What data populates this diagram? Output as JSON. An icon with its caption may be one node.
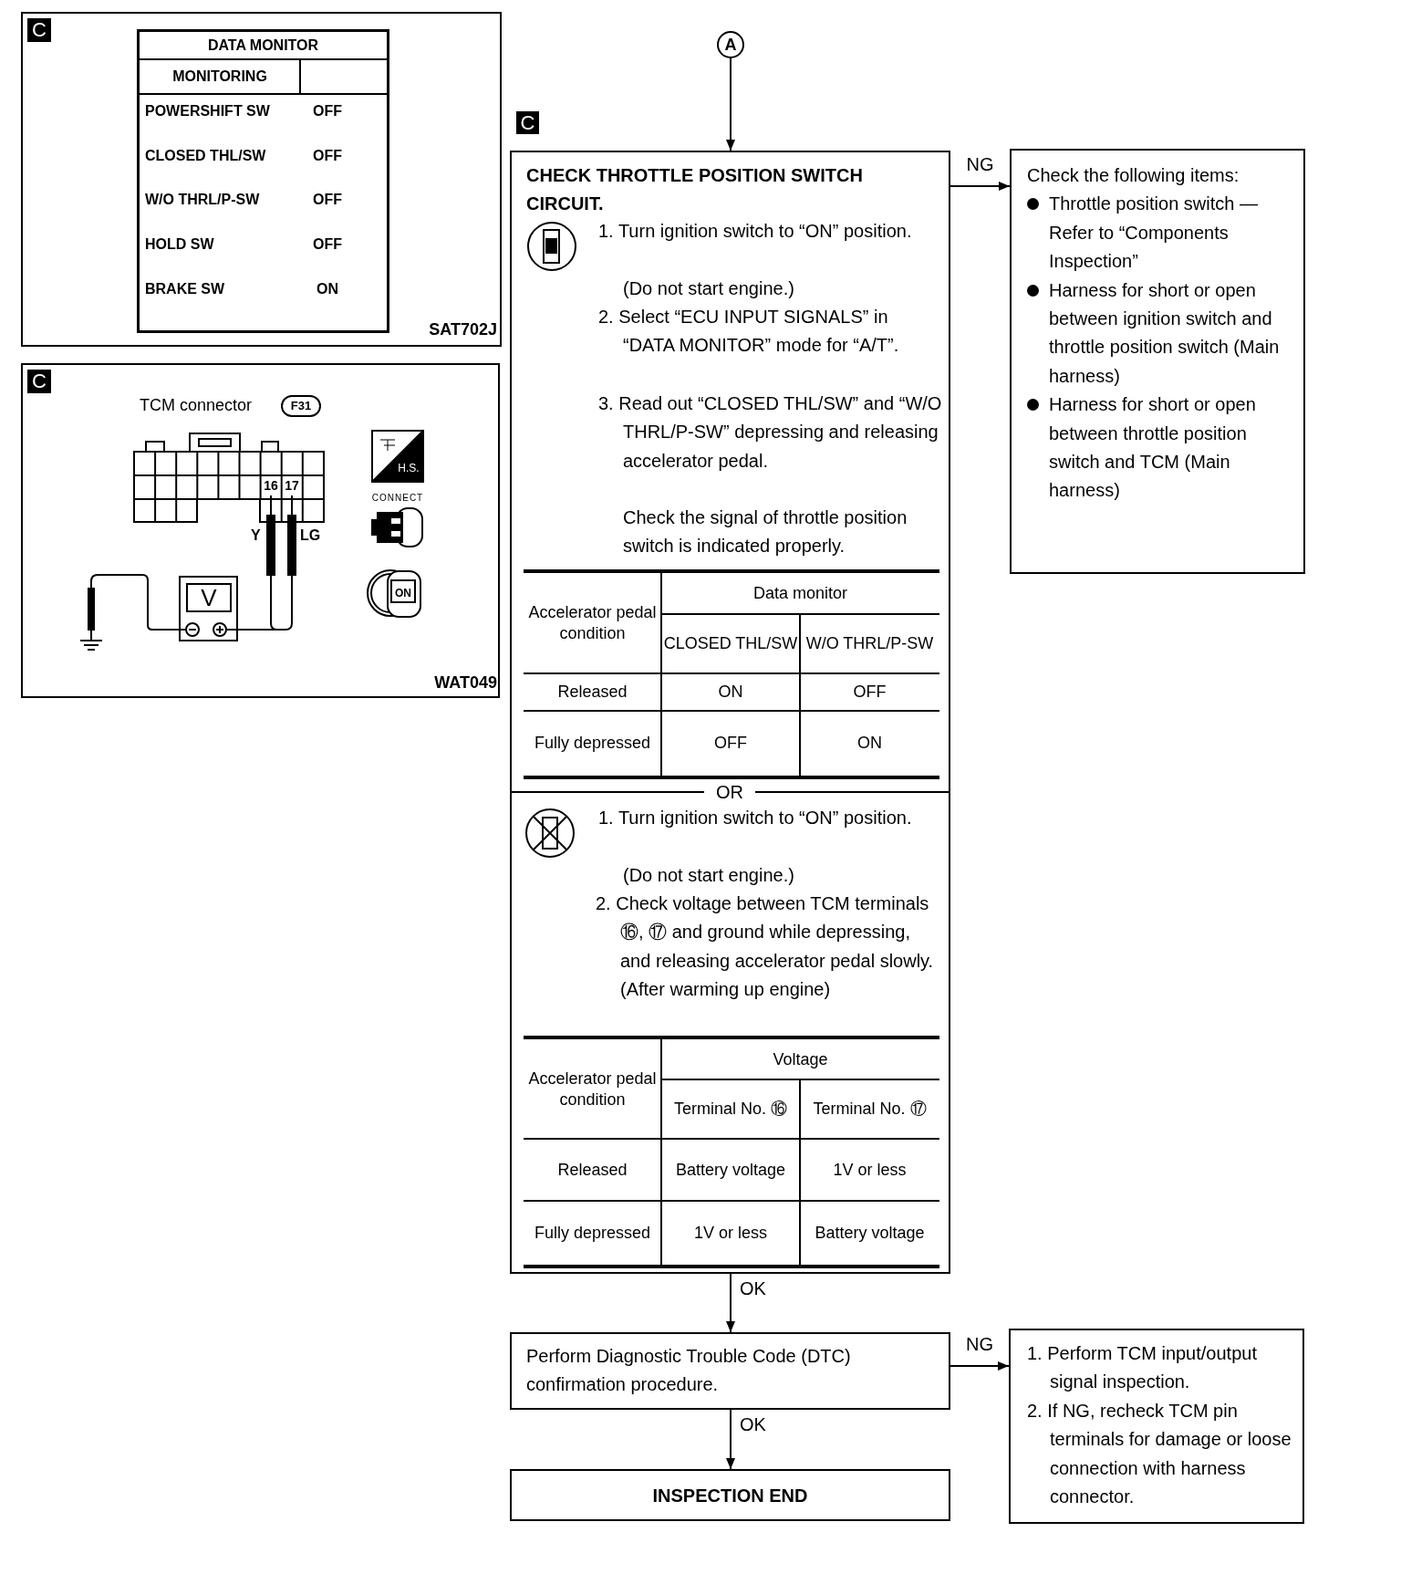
{
  "diagram": {
    "nodes": [
      {
        "text": [
          "C",
          "SAT702J"
        ]
      },
      {
        "text": [
          "DATA MONITOR",
          "MONITORING",
          "POWERSHIFT SW",
          "OFF",
          "CLOSED THL/SW",
          "OFF",
          "W/O THRL/P-SW",
          "OFF",
          "HOLD SW",
          "OFF",
          "BRAKE SW",
          "ON"
        ],
        "in": 0
      },
      {
        "text": [
          "C",
          "TCM connector",
          "F31",
          "16",
          "17",
          "Y",
          "LG",
          "V",
          "H.S.",
          "CONNECT",
          "ON",
          "WAT049"
        ]
      },
      {
        "text": [
          "A"
        ]
      },
      {
        "text": [
          "CHECK THROTTLE POSITION SWITCH CIRCUIT.",
          "1. Turn ignition switch to “ON” position.",
          "(Do not start engine.)",
          "2. Select “ECU INPUT SIGNALS” in “DATA MONITOR” mode for “A/T”.",
          "3. Read out “CLOSED THL/SW” and “W/O THRL/P-SW” depressing and releasing accelerator pedal.",
          "Check the signal of throttle position switch is indicated properly.",
          "Accelerator pedal condition",
          "Data monitor",
          "CLOSED THL/SW",
          "W/O THRL/P-SW",
          "Released",
          "ON",
          "OFF",
          "Fully depressed",
          "OFF",
          "ON",
          "OR",
          "1. Turn ignition switch to “ON” position.",
          "(Do not start engine.)",
          "2. Check voltage between TCM terminals ⑯, ⑰ and ground while depressing, and releasing accelerator pedal slowly. (After warming up engine)",
          "Accelerator pedal condition",
          "Voltage",
          "Terminal No. ⑯",
          "Terminal No. ⑰",
          "Released",
          "Battery voltage",
          "1V or less",
          "Fully depressed",
          "1V or less",
          "Battery voltage"
        ]
      },
      {
        "text": [
          "Check the following items:",
          "Throttle position switch — Refer to “Components Inspection”",
          "Harness for short or open between ignition switch and throttle position switch (Main harness)",
          "Harness for short or open between throttle position switch and TCM (Main harness)"
        ]
      },
      {
        "text": [
          "Perform Diagnostic Trouble Code (DTC) confirmation procedure."
        ]
      },
      {
        "text": [
          "INSPECTION END"
        ]
      },
      {
        "text": [
          "1. Perform TCM input/output signal inspection.",
          "2. If NG, recheck TCM pin terminals for damage or loose connection with harness connector."
        ]
      }
    ],
    "edges": [
      {
        "from": 3,
        "to": 4,
        "arrow": "to"
      },
      {
        "from": 4,
        "to": 5,
        "arrow": "to",
        "label": "NG"
      },
      {
        "from": 4,
        "to": 6,
        "arrow": "to",
        "label": "OK"
      },
      {
        "from": 6,
        "to": 8,
        "arrow": "to",
        "label": "NG"
      },
      {
        "from": 6,
        "to": 7,
        "arrow": "to",
        "label": "OK"
      }
    ],
    "labels": [
      "C"
    ]
  }
}
